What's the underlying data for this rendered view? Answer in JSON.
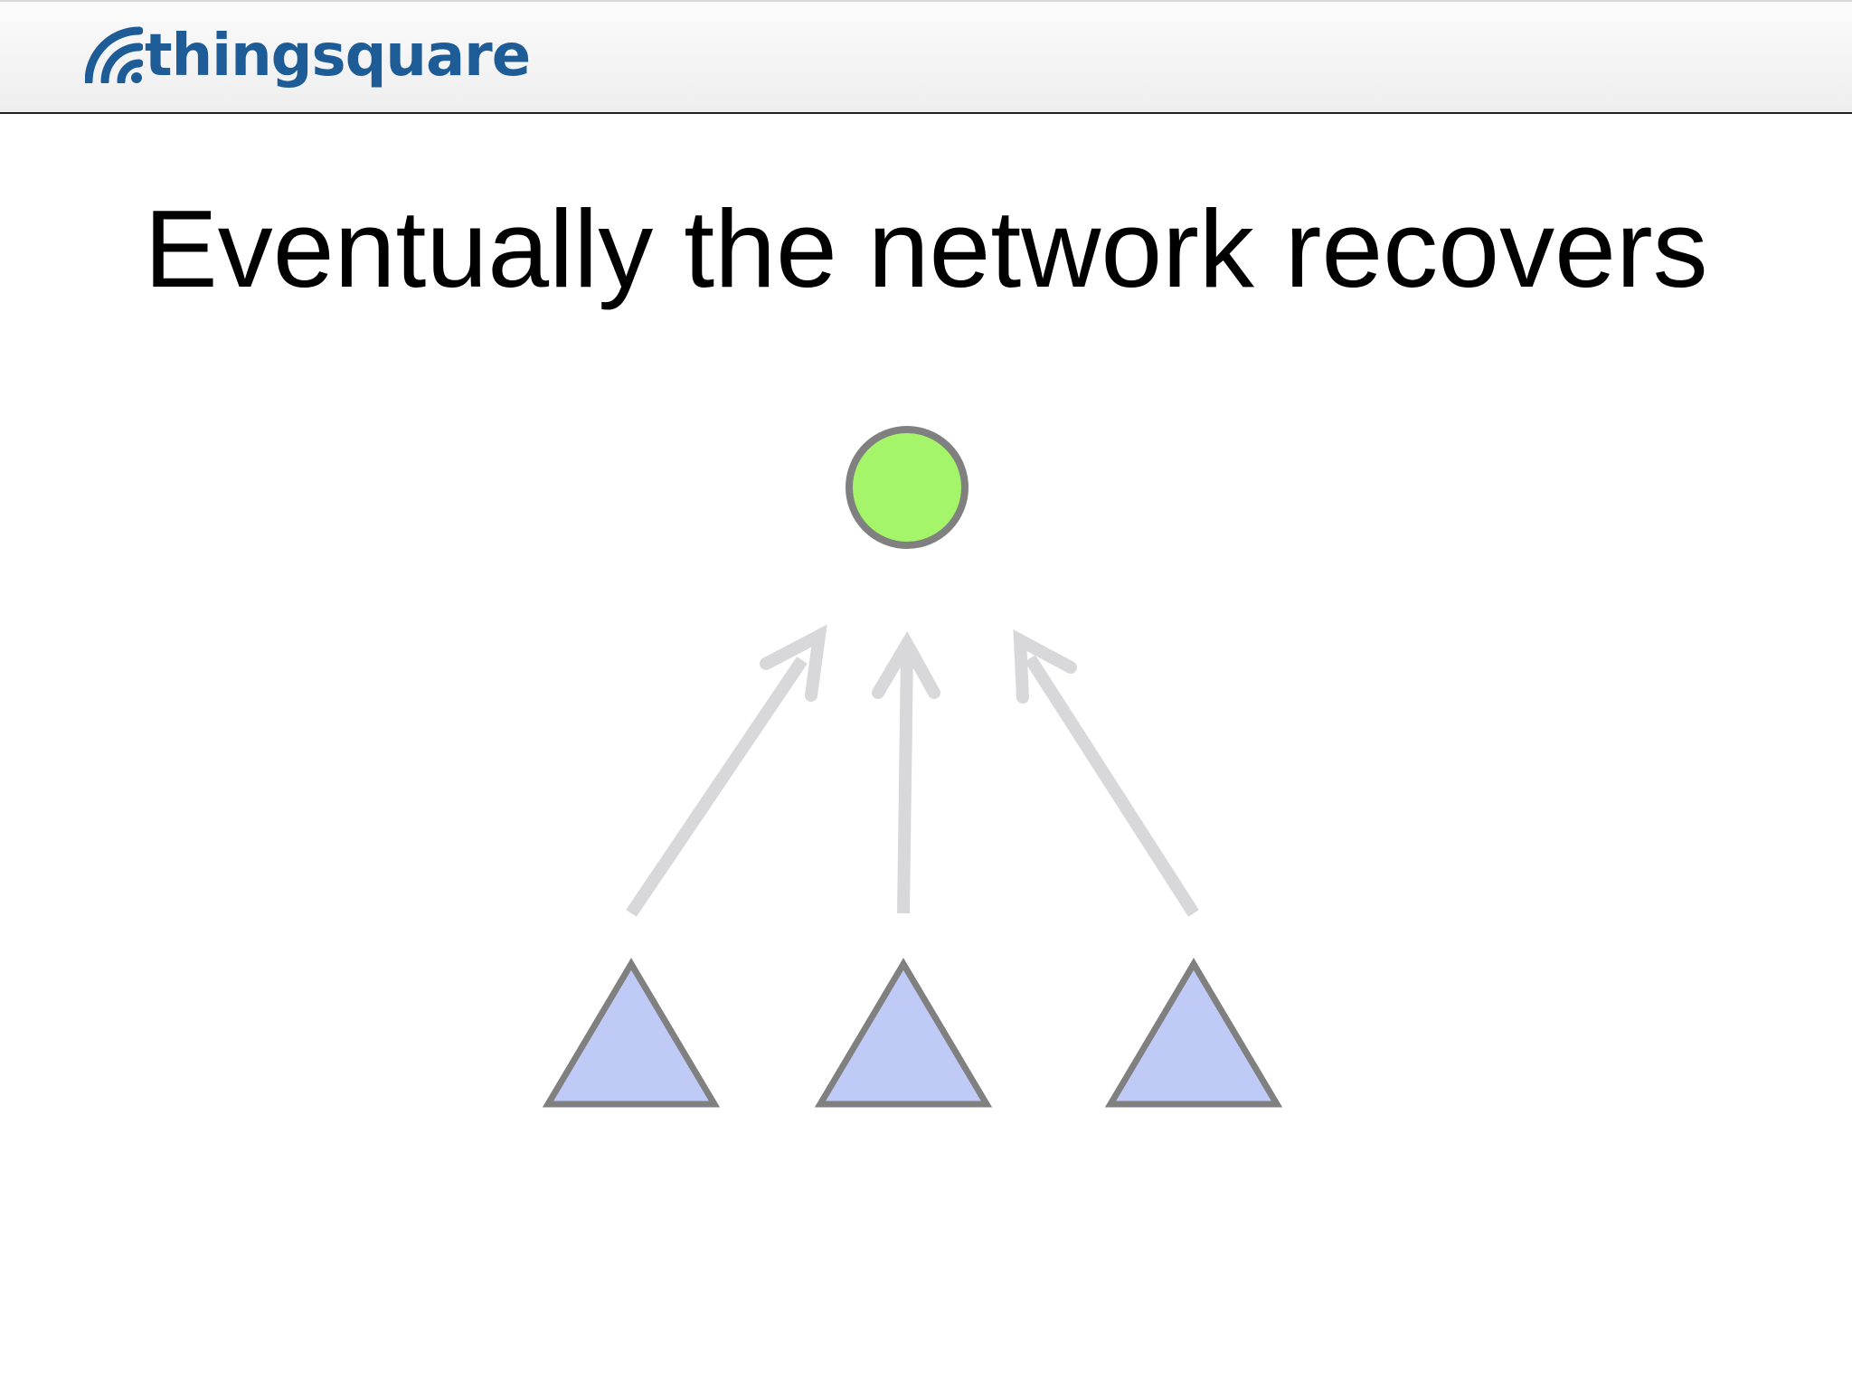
{
  "header": {
    "logo_text": "thingsquare",
    "logo_color": "#1e5c97",
    "logo_icon": "wireless-signal-icon"
  },
  "slide": {
    "title": "Eventually the network recovers"
  },
  "diagram": {
    "root_node": {
      "shape": "circle",
      "fill": "#a4f56a",
      "stroke": "#808080"
    },
    "child_nodes": [
      {
        "shape": "triangle",
        "fill": "#c0caf6",
        "stroke": "#808080"
      },
      {
        "shape": "triangle",
        "fill": "#c0caf6",
        "stroke": "#808080"
      },
      {
        "shape": "triangle",
        "fill": "#c0caf6",
        "stroke": "#808080"
      }
    ],
    "links": [
      {
        "from": "child-1",
        "to": "root",
        "color": "#d8d8da"
      },
      {
        "from": "child-2",
        "to": "root",
        "color": "#d8d8da"
      },
      {
        "from": "child-3",
        "to": "root",
        "color": "#d8d8da"
      }
    ]
  }
}
